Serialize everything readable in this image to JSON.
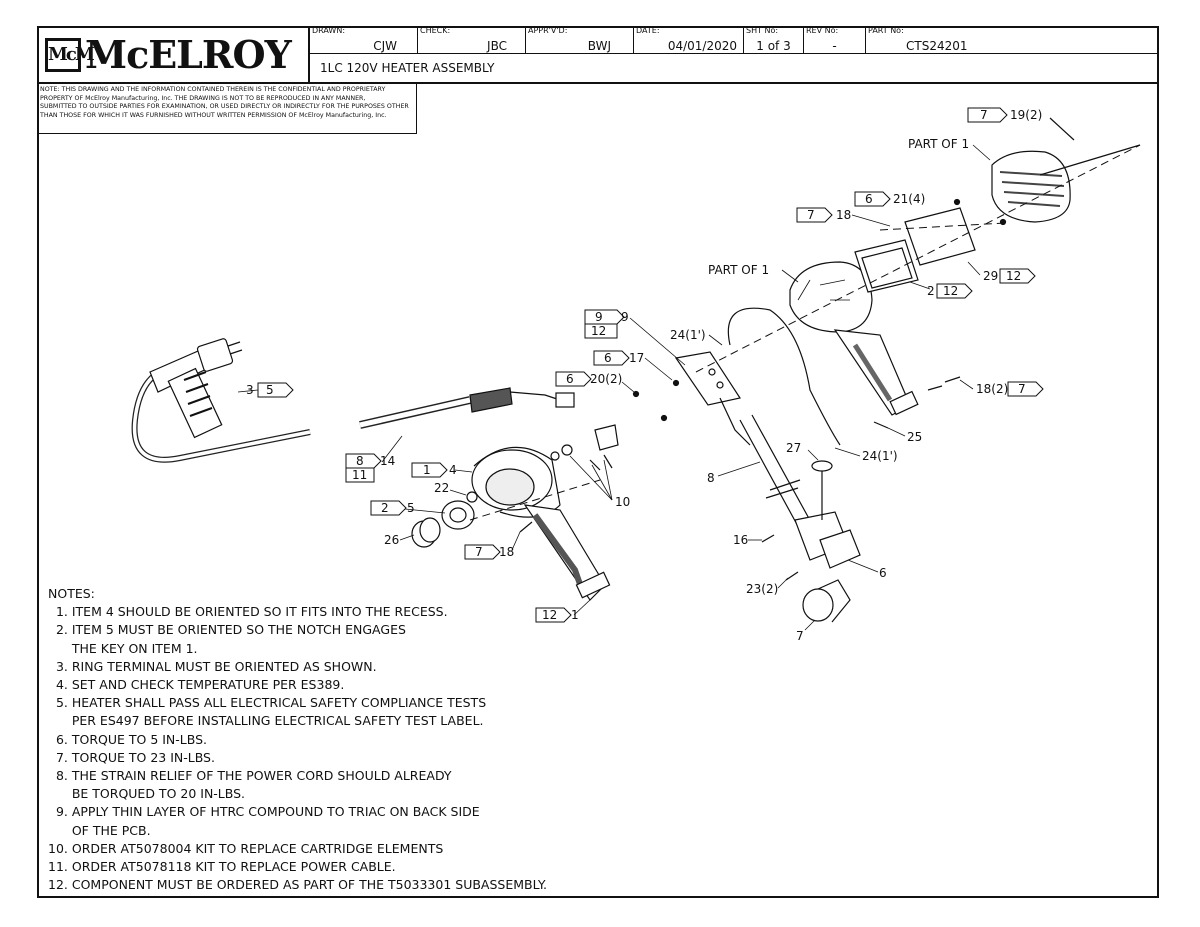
{
  "brand": {
    "logo_mark": "McM",
    "logo_name": "McELROY"
  },
  "title_block": {
    "drawn_label": "DRAWN:",
    "drawn": "CJW",
    "check_label": "CHECK:",
    "check": "JBC",
    "apprvd_label": "APPR'V'D:",
    "apprvd": "BWJ",
    "date_label": "DATE:",
    "date": "04/01/2020",
    "sht_label": "SHT No:",
    "sht": "1 of 3",
    "rev_label": "REV No:",
    "rev": "-",
    "part_label": "PART No:",
    "part": "CTS24201",
    "title": "1LC 120V HEATER ASSEMBLY"
  },
  "confidential_note": [
    "NOTE: THIS DRAWING AND THE INFORMATION CONTAINED THEREIN IS THE CONFIDENTIAL AND PROPRIETARY",
    "PROPERTY OF McElroy Manufacturing, Inc. THE DRAWING IS NOT TO BE REPRODUCED IN ANY MANNER,",
    "SUBMITTED TO OUTSIDE PARTIES FOR EXAMINATION, OR USED DIRECTLY OR INDIRECTLY FOR THE PURPOSES OTHER",
    "THAN THOSE FOR WHICH IT WAS FURNISHED WITHOUT WRITTEN PERMISSION OF McElroy Manufacturing, Inc."
  ],
  "callouts": {
    "c19": "19(2)",
    "b7a": "7",
    "part_of_1_top": "PART OF 1",
    "b6a": "6",
    "c21": "21(4)",
    "b7b": "7",
    "c18a": "18",
    "part_of_1_mid": "PART OF 1",
    "c29": "29",
    "b12a": "12",
    "c2b": "2",
    "b12b": "12",
    "b9": "9",
    "b12c": "12",
    "c9": "9",
    "c24a": "24(1')",
    "b6b": "6",
    "c17": "17",
    "b6c": "6",
    "c20": "20(2)",
    "c3": "3",
    "b5": "5",
    "c18b": "18(2)",
    "b7c": "7",
    "c25": "25",
    "c27": "27",
    "c24b": "24(1')",
    "c8": "8",
    "b8": "8",
    "b11": "11",
    "c14": "14",
    "b1": "1",
    "c4": "4",
    "c22": "22",
    "c10": "10",
    "b2": "2",
    "c5": "5",
    "c26": "26",
    "b7d": "7",
    "c18c": "18",
    "c16": "16",
    "c6": "6",
    "c23": "23(2)",
    "c7": "7",
    "b12d": "12",
    "c1": "1"
  },
  "notes": {
    "header": "NOTES:",
    "items": [
      "  1. ITEM 4 SHOULD BE ORIENTED SO IT FITS INTO THE RECESS.",
      "  2. ITEM 5 MUST BE ORIENTED SO THE NOTCH ENGAGES",
      "      THE KEY ON ITEM 1.",
      "  3. RING TERMINAL MUST BE ORIENTED AS SHOWN.",
      "  4. SET AND CHECK TEMPERATURE PER ES389.",
      "  5. HEATER SHALL PASS ALL ELECTRICAL SAFETY COMPLIANCE TESTS",
      "      PER ES497 BEFORE INSTALLING ELECTRICAL SAFETY TEST LABEL.",
      "  6. TORQUE TO 5 IN-LBS.",
      "  7. TORQUE TO 23 IN-LBS.",
      "  8. THE STRAIN RELIEF OF THE POWER CORD SHOULD ALREADY",
      "      BE TORQUED TO 20 IN-LBS.",
      "  9. APPLY THIN LAYER OF HTRC COMPOUND TO TRIAC ON BACK SIDE",
      "      OF THE PCB.",
      "10. ORDER AT5078004 KIT TO REPLACE CARTRIDGE ELEMENTS",
      "11. ORDER AT5078118 KIT TO REPLACE POWER CABLE.",
      "12. COMPONENT MUST BE ORDERED AS PART OF THE T5033301 SUBASSEMBLY."
    ]
  }
}
